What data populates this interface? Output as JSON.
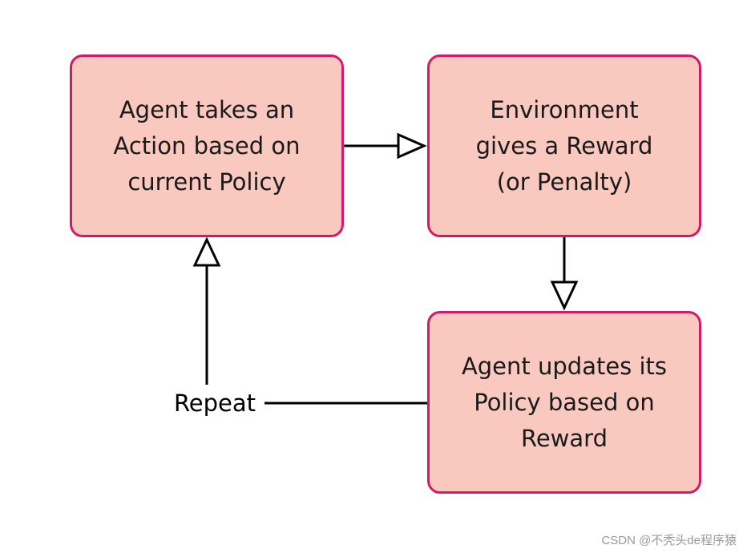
{
  "diagram": {
    "nodes": {
      "action": {
        "lines": [
          "Agent takes an",
          "Action based on",
          "current Policy"
        ]
      },
      "reward": {
        "lines": [
          "Environment",
          "gives a Reward",
          "(or Penalty)"
        ]
      },
      "update": {
        "lines": [
          "Agent updates its",
          "Policy based on",
          "Reward"
        ]
      }
    },
    "edges": {
      "loop_label": "Repeat"
    }
  },
  "watermark": "CSDN @不秃头de程序猿",
  "colors": {
    "node_fill": "#f9c8bf",
    "node_border": "#d21a6a",
    "edge": "#000000",
    "watermark": "#9a9a9a"
  }
}
